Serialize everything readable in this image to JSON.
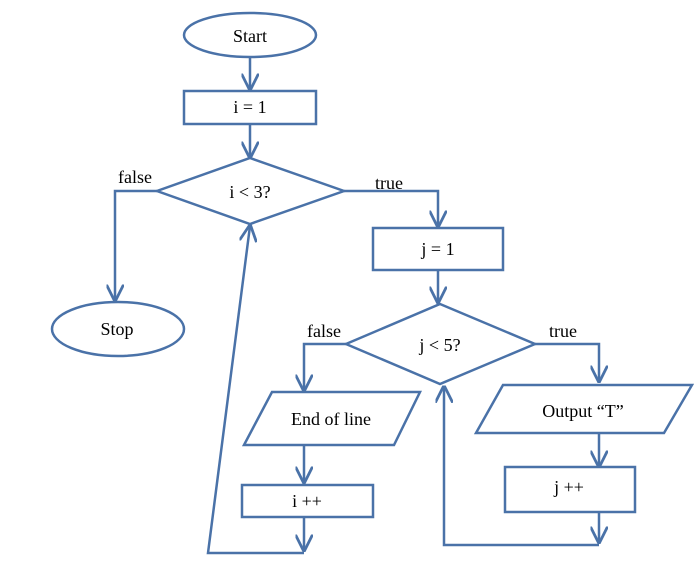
{
  "flowchart": {
    "start": "Start",
    "init_i": "i = 1",
    "cond_i": "i < 3?",
    "cond_i_false": "false",
    "cond_i_true": "true",
    "stop": "Stop",
    "init_j": "j = 1",
    "cond_j": "j < 5?",
    "cond_j_false": "false",
    "cond_j_true": "true",
    "end_of_line": "End of line",
    "output_t": "Output “T”",
    "inc_i": "i ++",
    "inc_j": "j ++"
  },
  "colors": {
    "stroke": "#4a72a8",
    "fill": "#ffffff",
    "text": "#000000"
  }
}
